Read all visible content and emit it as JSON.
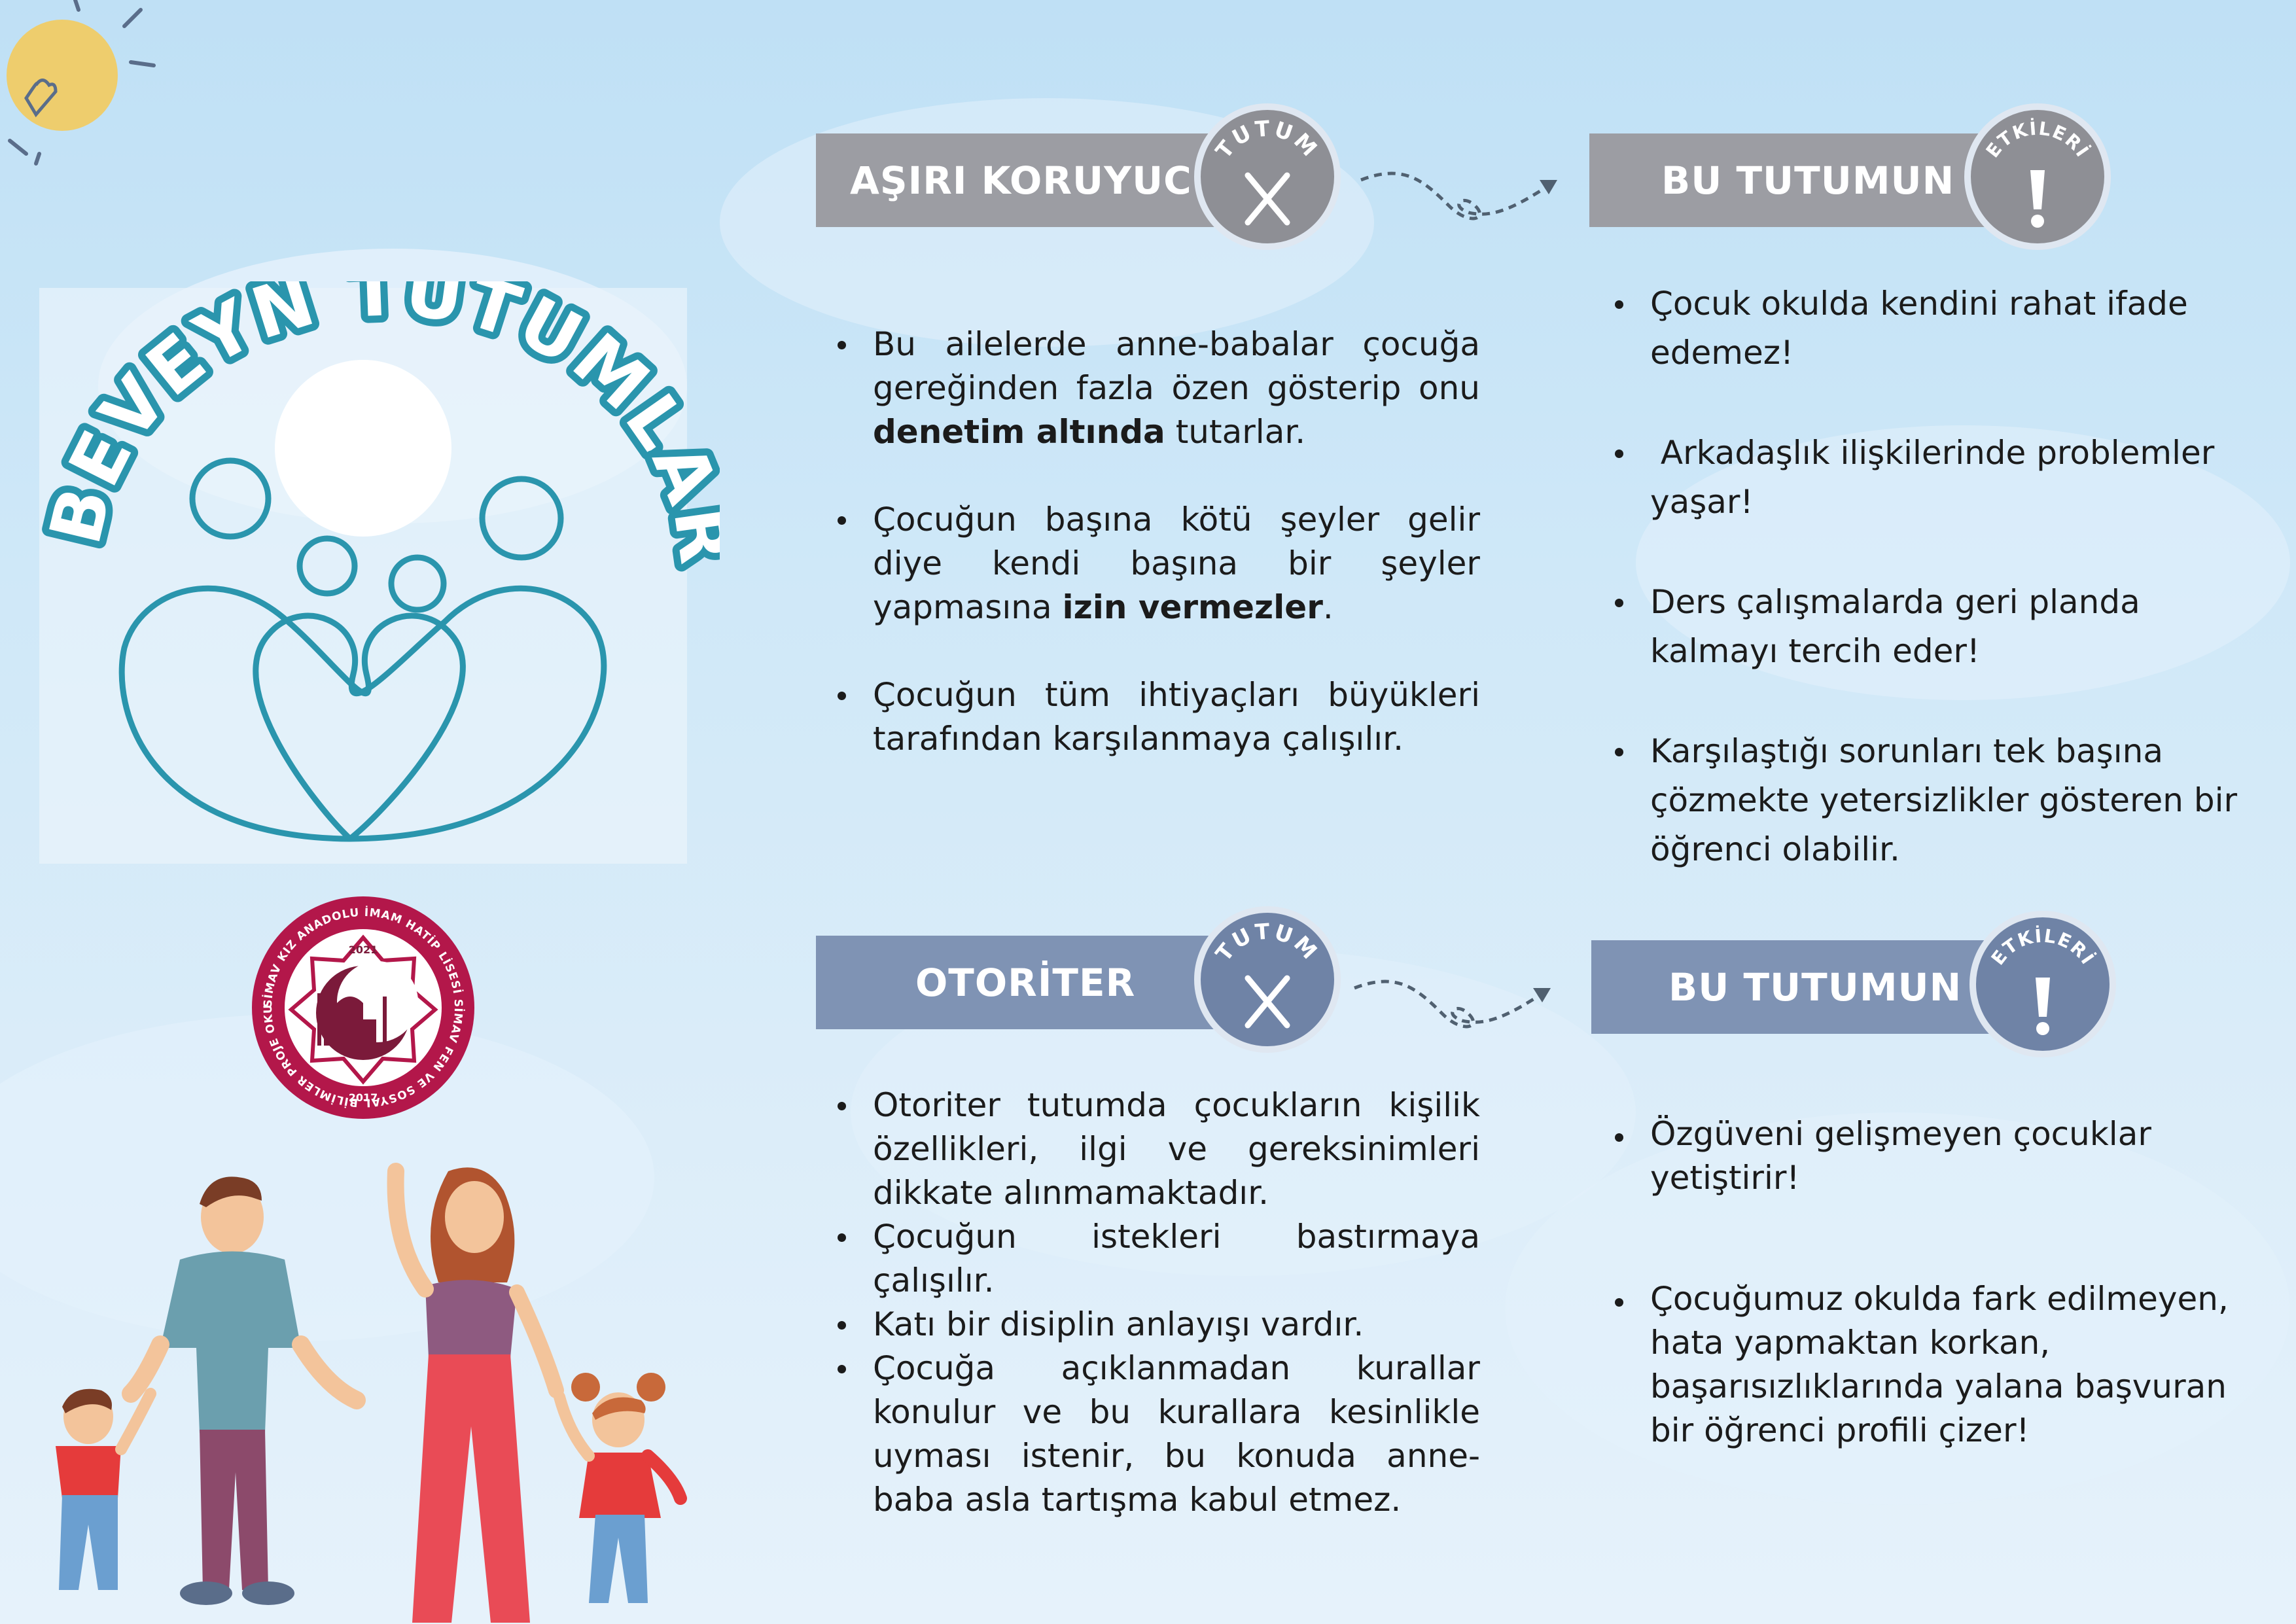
{
  "title": "EBEVEYN TUTUMLARI",
  "seal": {
    "ring_text": "SİMAV KIZ ANADOLU İMAM HATİP LİSESİ SİMAV FEN VE SOSYAL BİLİMLER PROJE OKULU",
    "year_top": "2021",
    "year_bottom": "2017"
  },
  "badge": {
    "tutum": "TUTUM",
    "etkileri": "ETKİLERİ"
  },
  "sections": [
    {
      "heading": "AŞIRI KORUYUCU",
      "bullets": [
        {
          "before": "Bu ailelerde anne-babalar çocuğa gereğinden fazla özen gösterip onu ",
          "bold": "denetim altında",
          "after": " tutarlar."
        },
        {
          "before": "Çocuğun başına kötü şeyler gelir diye kendi başına bir şeyler yapmasına ",
          "bold": "izin vermezler",
          "after": "."
        },
        {
          "before": "Çocuğun tüm ihtiyaçları büyükleri tarafından karşılanmaya çalışılır.",
          "bold": "",
          "after": ""
        }
      ],
      "effects_heading": "BU TUTUMUN",
      "effects": [
        "Çocuk okulda kendini rahat ifade edemez!",
        " Arkadaşlık ilişkilerinde problemler yaşar!",
        "Ders çalışmalarda geri planda kalmayı tercih eder!",
        "Karşılaştığı sorunları tek başına çözmekte yetersizlikler gösteren bir öğrenci olabilir."
      ]
    },
    {
      "heading": "OTORİTER",
      "bullets": [
        "Otoriter tutumda çocukların kişilik özellikleri, ilgi ve gereksinimleri dikkate alınmamaktadır.",
        "Çocuğun istekleri bastırmaya çalışılır.",
        "Katı bir disiplin anlayışı vardır.",
        "Çocuğa açıklanmadan kurallar konulur ve bu kurallara kesinlikle uyması istenir, bu konuda anne-baba asla tartışma kabul etmez."
      ],
      "effects_heading": "BU TUTUMUN",
      "effects": [
        "Özgüveni gelişmeyen çocuklar yetiştirir!",
        "Çocuğumuz okulda fark edilmeyen, hata yapmaktan korkan, başarısızlıklarında yalana başvuran bir öğrenci profili çizer!"
      ]
    }
  ],
  "colors": {
    "gray_bar": "#9c9da3",
    "blue_bar": "#7f93b4",
    "teal_logo": "#2a95ad",
    "seal": "#b3174a"
  }
}
